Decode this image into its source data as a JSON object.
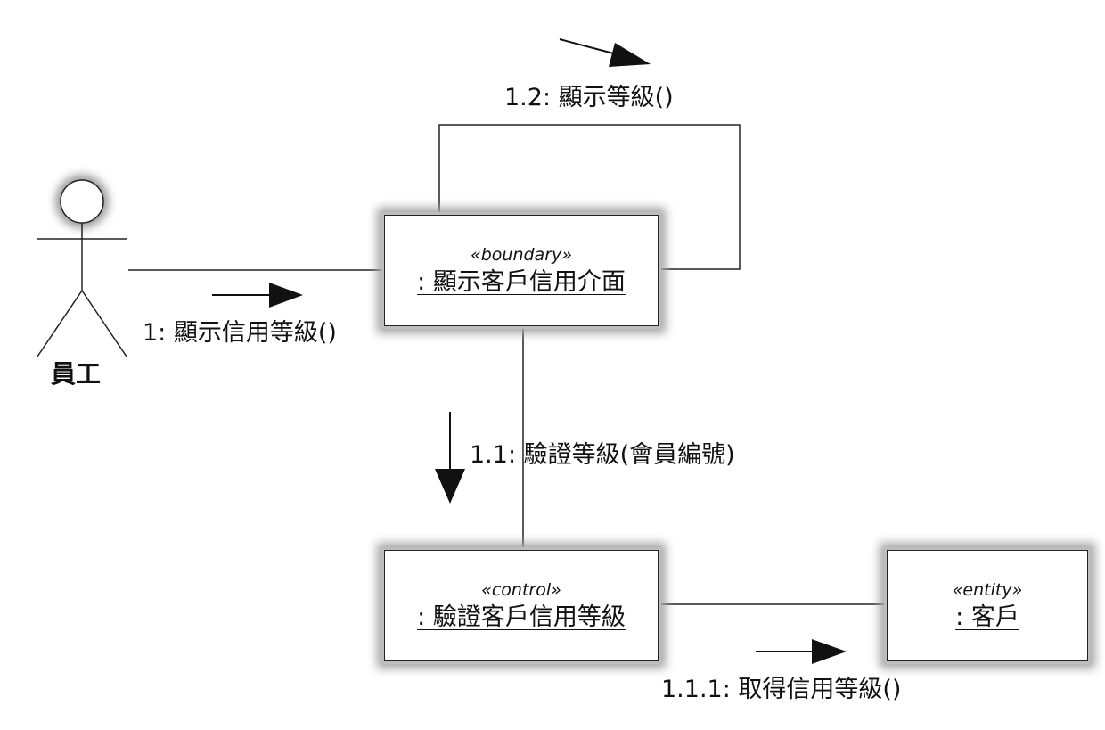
{
  "actor": {
    "name": "員工"
  },
  "objects": {
    "boundary": {
      "stereotype": "«boundary»",
      "name": ": 顯示客戶信用介面"
    },
    "control": {
      "stereotype": "«control»",
      "name": ": 驗證客戶信用等級"
    },
    "entity": {
      "stereotype": "«entity»",
      "name": ": 客戶"
    }
  },
  "messages": {
    "m1": "1: 顯示信用等級()",
    "m1_1": "1.1:  驗證等級(會員編號)",
    "m1_1_1": "1.1.1:  取得信用等級()",
    "m1_2": "1.2: 顯示等級()"
  }
}
